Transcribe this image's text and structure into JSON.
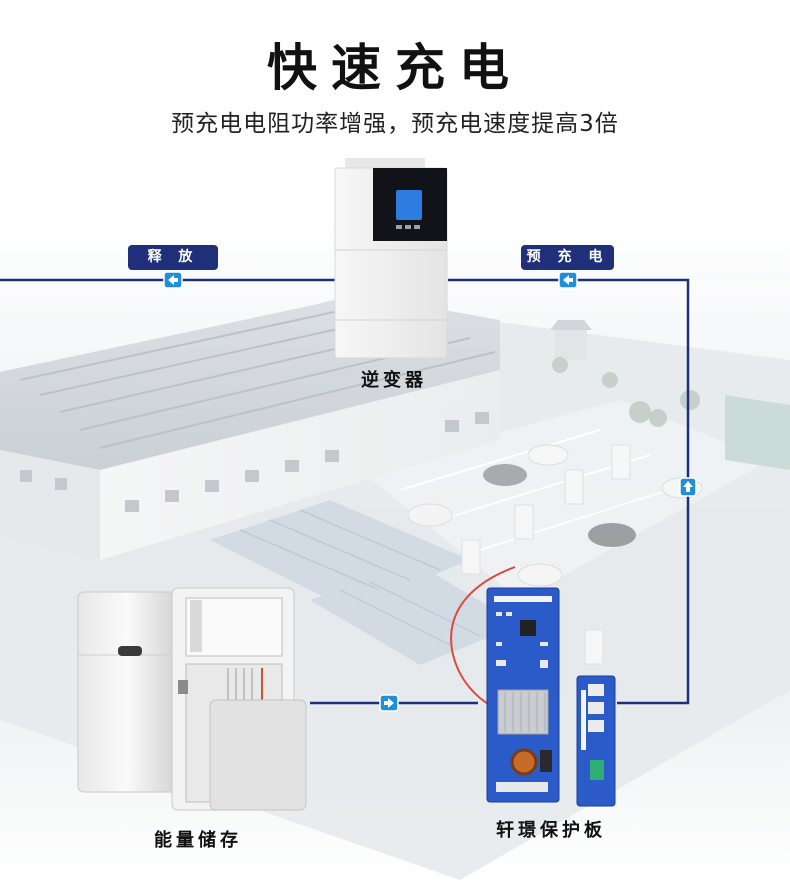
{
  "title": "快速充电",
  "subtitle": "预充电电阻功率增强，预充电速度提高3倍",
  "tags": {
    "release": "释 放",
    "precharge": "预 充 电"
  },
  "labels": {
    "inverter": "逆变器",
    "storage": "能量储存",
    "board": "轩璟保护板"
  },
  "colors": {
    "line": "#1f2f7a",
    "arrow_bg": "#1e8fd8",
    "tag_bg": "#1f2f7a",
    "board": "#2a5bc9"
  },
  "icons": [
    "arrow-left-icon",
    "arrow-up-icon",
    "arrow-right-icon"
  ]
}
